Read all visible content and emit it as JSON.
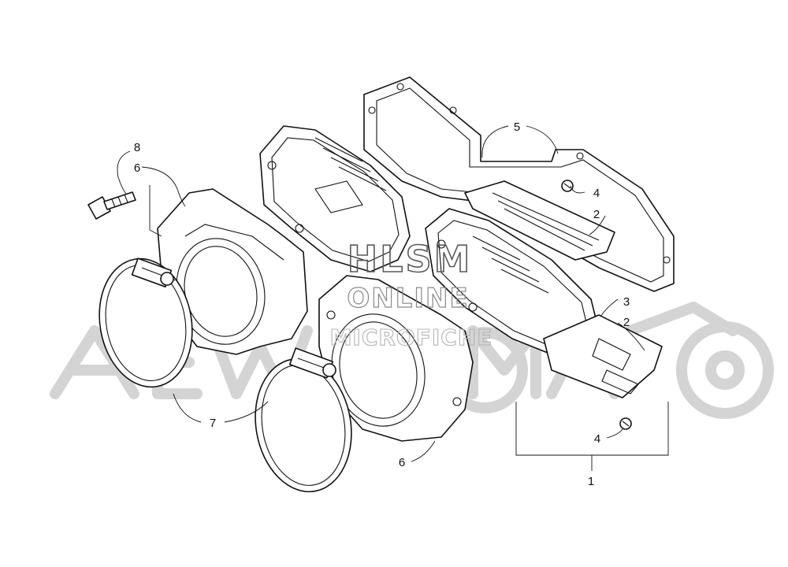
{
  "watermark": {
    "line1": "HLSM",
    "line2": "ONLINE",
    "line3": "MICROFICHE"
  },
  "callouts": [
    {
      "id": "c8",
      "label": "8"
    },
    {
      "id": "c6a",
      "label": "6"
    },
    {
      "id": "c5",
      "label": "5"
    },
    {
      "id": "c4a",
      "label": "4"
    },
    {
      "id": "c2a",
      "label": "2"
    },
    {
      "id": "c3",
      "label": "3"
    },
    {
      "id": "c2b",
      "label": "2"
    },
    {
      "id": "c7",
      "label": "7"
    },
    {
      "id": "c6b",
      "label": "6"
    },
    {
      "id": "c4b",
      "label": "4"
    },
    {
      "id": "c1",
      "label": "1"
    }
  ],
  "colors": {
    "line": "#111111",
    "watermark": "#d4d4d4"
  }
}
